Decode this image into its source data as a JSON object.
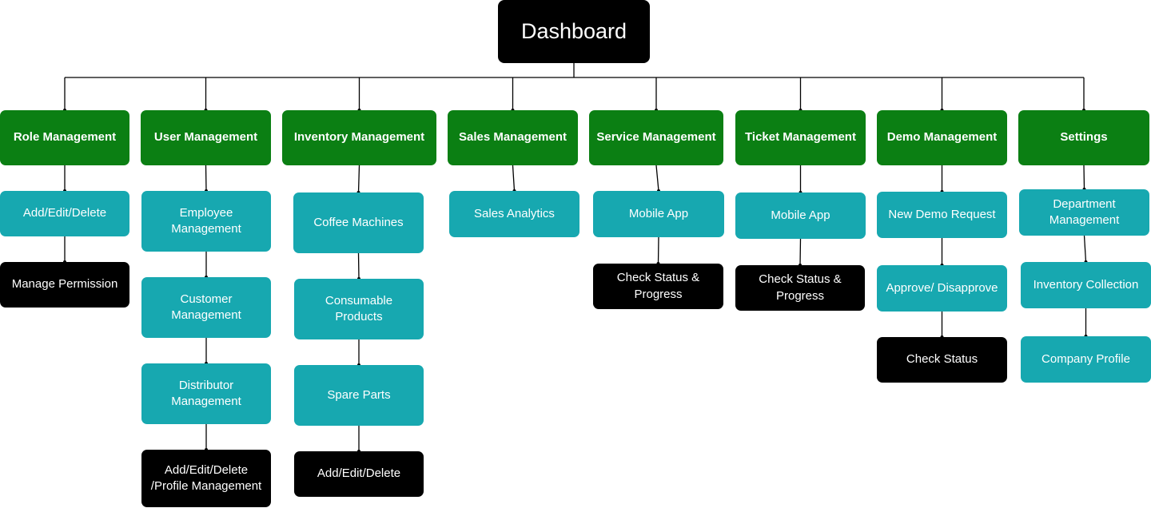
{
  "root": {
    "label": "Dashboard"
  },
  "columns": [
    {
      "header": "Role Management",
      "children": [
        "Add/Edit/Delete",
        "Manage Permission"
      ]
    },
    {
      "header": "User Management",
      "children": [
        "Employee Management",
        "Customer Management",
        "Distributor Management",
        "Add/Edit/Delete /Profile Management"
      ]
    },
    {
      "header": "Inventory Management",
      "children": [
        "Coffee Machines",
        "Consumable Products",
        "Spare Parts",
        "Add/Edit/Delete"
      ]
    },
    {
      "header": "Sales Management",
      "children": [
        "Sales Analytics"
      ]
    },
    {
      "header": "Service Management",
      "children": [
        "Mobile App",
        "Check Status & Progress"
      ]
    },
    {
      "header": "Ticket Management",
      "children": [
        "Mobile App",
        "Check Status & Progress"
      ]
    },
    {
      "header": "Demo Management",
      "children": [
        "New Demo Request",
        "Approve/ Disapprove",
        "Check Status"
      ]
    },
    {
      "header": "Settings",
      "children": [
        "Department Management",
        "Inventory Collection",
        "Company Profile"
      ]
    }
  ],
  "colors": {
    "root": "#000000",
    "category": "#0b7f13",
    "feature": "#17a8b0",
    "action": "#000000",
    "connector": "#000000"
  }
}
